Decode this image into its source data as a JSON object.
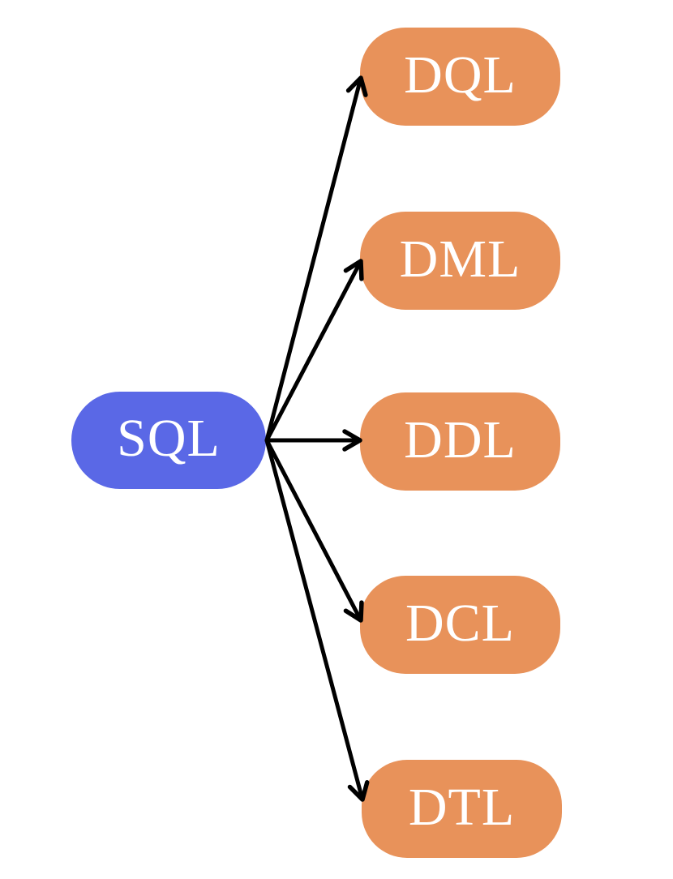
{
  "diagram": {
    "type": "tree",
    "background_color": "#ffffff",
    "edge_color": "#000000",
    "root": {
      "label": "SQL",
      "color": "#5a68e6",
      "text_color": "#ffffff"
    },
    "children": [
      {
        "label": "DQL",
        "color": "#e8925a",
        "text_color": "#ffffff"
      },
      {
        "label": "DML",
        "color": "#e8925a",
        "text_color": "#ffffff"
      },
      {
        "label": "DDL",
        "color": "#e8925a",
        "text_color": "#ffffff"
      },
      {
        "label": "DCL",
        "color": "#e8925a",
        "text_color": "#ffffff"
      },
      {
        "label": "DTL",
        "color": "#e8925a",
        "text_color": "#ffffff"
      }
    ],
    "edges": [
      {
        "from": "SQL",
        "to": "DQL"
      },
      {
        "from": "SQL",
        "to": "DML"
      },
      {
        "from": "SQL",
        "to": "DDL"
      },
      {
        "from": "SQL",
        "to": "DCL"
      },
      {
        "from": "SQL",
        "to": "DTL"
      }
    ]
  }
}
